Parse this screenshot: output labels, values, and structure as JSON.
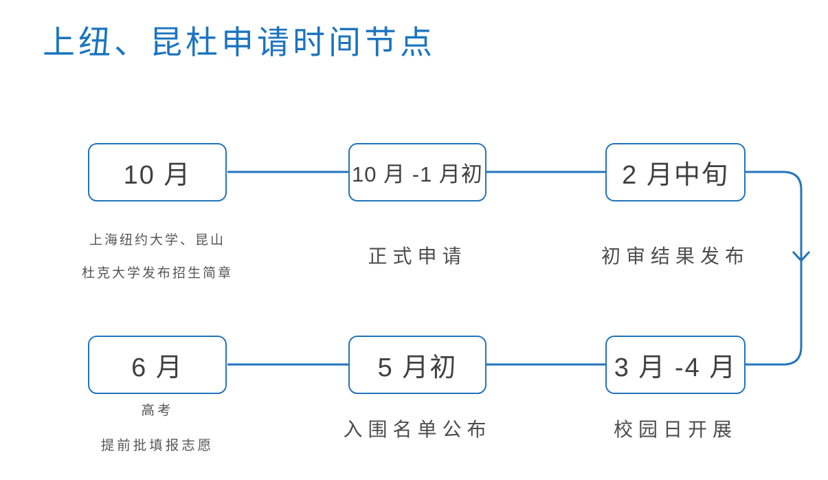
{
  "title": "上纽、昆杜申请时间节点",
  "colors": {
    "accent": "#2274bc",
    "title": "#1b74bf",
    "period_text": "#3f3f3f",
    "label_text": "#555555"
  },
  "nodes": [
    {
      "period": "10 月",
      "labels": [
        "上海纽约大学、昆山",
        "杜克大学发布招生简章"
      ]
    },
    {
      "period": "10 月 -1 月初",
      "labels": [
        "正式申请"
      ]
    },
    {
      "period": "2 月中旬",
      "labels": [
        "初审结果发布"
      ]
    },
    {
      "period": "6 月",
      "labels": [
        "高考",
        "提前批填报志愿"
      ]
    },
    {
      "period": "5 月初",
      "labels": [
        "入围名单公布"
      ]
    },
    {
      "period": "3 月 -4 月",
      "labels": [
        "校园日开展"
      ]
    }
  ]
}
